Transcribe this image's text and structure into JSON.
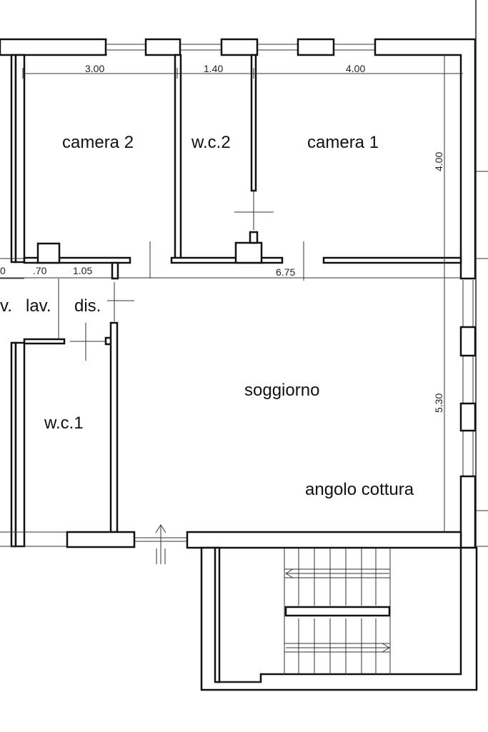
{
  "rooms": {
    "camera2": "camera 2",
    "wc2": "w.c.2",
    "camera1": "camera 1",
    "lav_left": "v.",
    "lav": "lav.",
    "dis": "dis.",
    "wc1": "w.c.1",
    "soggiorno": "soggiorno",
    "angolo_cottura": "angolo cottura"
  },
  "dimensions": {
    "d_300": "3.00",
    "d_140": "1.40",
    "d_400_top": "4.00",
    "d_400_side": "4.00",
    "d_0": "0",
    "d_070": ".70",
    "d_105": "1.05",
    "d_675": "6.75",
    "d_530": "5.30"
  },
  "entrance_mark": "III"
}
